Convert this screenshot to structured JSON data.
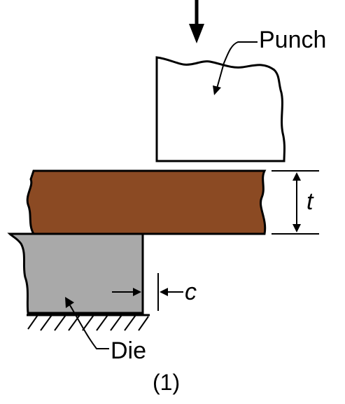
{
  "labels": {
    "punch": "Punch",
    "die": "Die",
    "thickness": "t",
    "clearance": "c",
    "caption": "(1)"
  },
  "colors": {
    "sheet": "#8B4A23",
    "die": "#A9A9A9",
    "punch": "#FFFFFF",
    "outline": "#000000"
  },
  "icons": [
    "down-arrow-icon",
    "ground-hatch-icon"
  ]
}
